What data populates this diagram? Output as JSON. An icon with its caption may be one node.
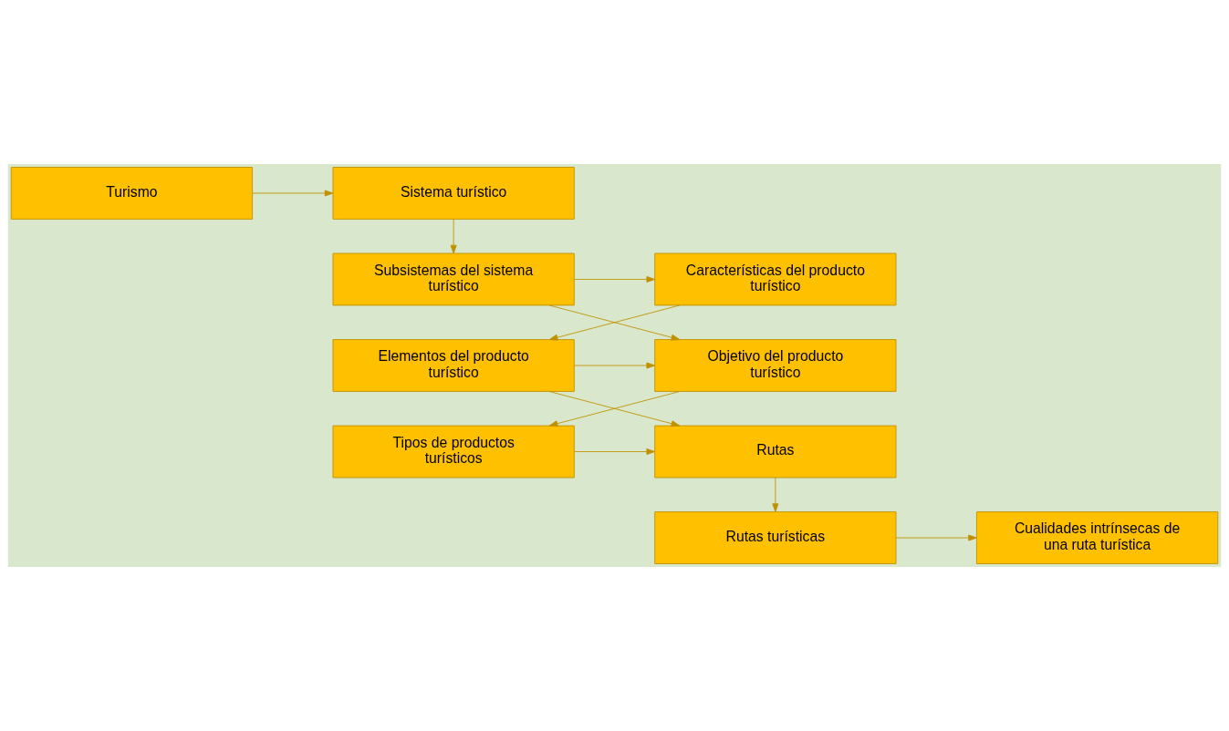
{
  "diagram": {
    "nodes": [
      {
        "text": [
          "Turismo"
        ]
      },
      {
        "text": [
          "Sistema turístico"
        ]
      },
      {
        "text": [
          "Características del producto turístico"
        ]
      },
      {
        "text": [
          "Subsistemas del sistema turístico"
        ]
      },
      {
        "text": [
          "Elementos del producto turístico"
        ]
      },
      {
        "text": [
          "Objetivo del producto turístico"
        ]
      },
      {
        "text": [
          "Rutas"
        ]
      },
      {
        "text": [
          "Tipos de productos turísticos"
        ]
      },
      {
        "text": [
          "Rutas turísticas"
        ]
      },
      {
        "text": [
          "Cualidades intrínsecas de una ruta turística"
        ]
      }
    ],
    "edges": [
      {
        "from": 0,
        "to": 1,
        "arrow": "to"
      },
      {
        "from": 1,
        "to": 3,
        "arrow": "to"
      },
      {
        "from": 3,
        "to": 2,
        "arrow": "to"
      },
      {
        "from": 2,
        "to": 4,
        "arrow": "to"
      },
      {
        "from": 4,
        "to": 5,
        "arrow": "to"
      },
      {
        "from": 3,
        "to": 5,
        "arrow": "to"
      },
      {
        "from": 5,
        "to": 7,
        "arrow": "to"
      },
      {
        "from": 7,
        "to": 6,
        "arrow": "to"
      },
      {
        "from": 4,
        "to": 6,
        "arrow": "to"
      },
      {
        "from": 6,
        "to": 8,
        "arrow": "to"
      },
      {
        "from": 8,
        "to": 9,
        "arrow": "to"
      }
    ]
  }
}
